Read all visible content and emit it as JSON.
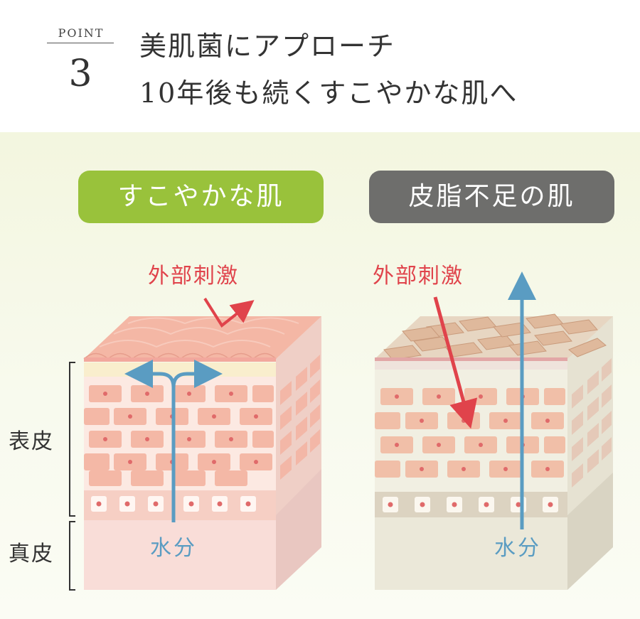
{
  "header": {
    "point_label": "POINT",
    "point_number": "3",
    "title_line1": "美肌菌にアプローチ",
    "title_line2": "10年後も続くすこやかな肌へ"
  },
  "panels": {
    "healthy": {
      "title": "すこやかな肌",
      "stimulus": "外部刺激",
      "moisture": "水分"
    },
    "dry": {
      "title": "皮脂不足の肌",
      "stimulus": "外部刺激",
      "moisture": "水分"
    }
  },
  "layers": {
    "epidermis": "表皮",
    "dermis": "真皮"
  },
  "colors": {
    "healthy_accent": "#99c23b",
    "dry_accent": "#6e6e6c",
    "stimulus_red": "#e0434b",
    "moisture_blue": "#5a9cc2"
  }
}
